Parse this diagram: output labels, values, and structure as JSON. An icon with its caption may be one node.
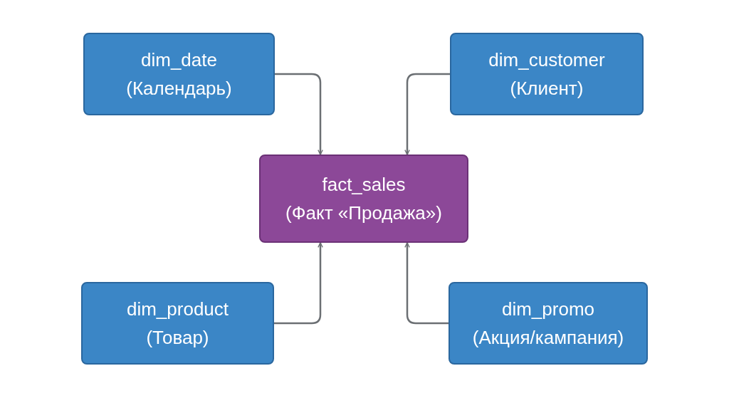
{
  "diagram": {
    "nodes": [
      {
        "text": [
          "dim_date",
          "(Календарь)"
        ]
      },
      {
        "text": [
          "dim_customer",
          "(Клиент)"
        ]
      },
      {
        "text": [
          "fact_sales",
          "(Факт «Продажа»)"
        ]
      },
      {
        "text": [
          "dim_product",
          "(Товар)"
        ]
      },
      {
        "text": [
          "dim_promo",
          "(Акция/кампания)"
        ]
      }
    ],
    "edges": [
      {
        "from": 0,
        "to": 2,
        "arrow": "to"
      },
      {
        "from": 1,
        "to": 2,
        "arrow": "to"
      },
      {
        "from": 3,
        "to": 2,
        "arrow": "to"
      },
      {
        "from": 4,
        "to": 2,
        "arrow": "to"
      }
    ]
  }
}
